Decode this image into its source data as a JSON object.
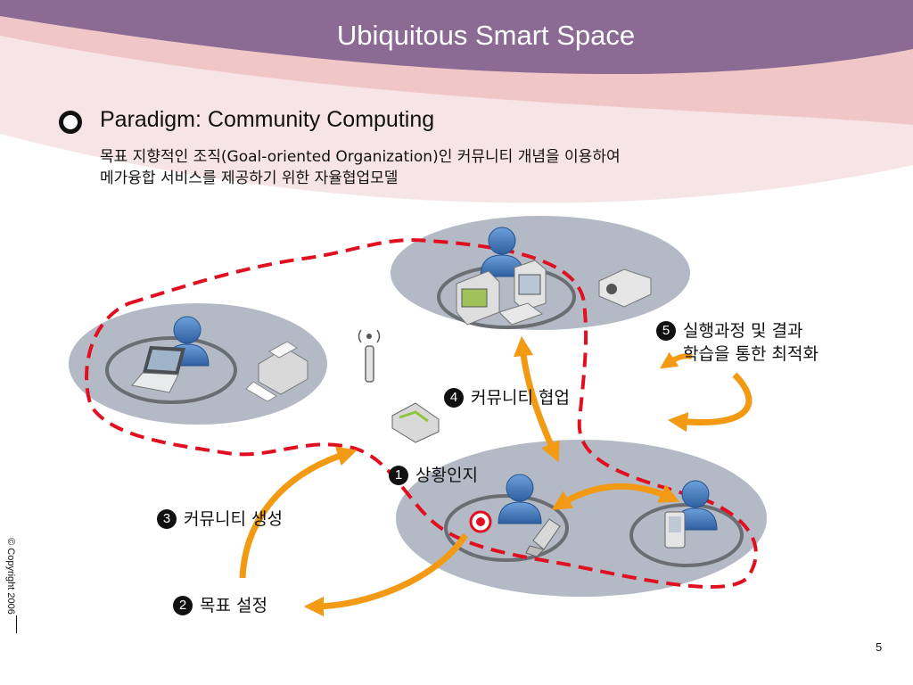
{
  "slide": {
    "title": "Ubiquitous Smart Space",
    "heading": "Paradigm: Community Computing",
    "description_line1": "목표 지향적인 조직(Goal-oriented Organization)인 커뮤니티 개념을 이용하여",
    "description_line2": "메가융합 서비스를 제공하기 위한 자율협업모델",
    "copyright": "© Copyright 2006",
    "page_number": "5"
  },
  "steps": [
    {
      "num": "1",
      "label": "상황인지"
    },
    {
      "num": "2",
      "label": "목표 설정"
    },
    {
      "num": "3",
      "label": "커뮤니티 생성"
    },
    {
      "num": "4",
      "label": "커뮤니티 협업"
    },
    {
      "num": "5",
      "label_line1": "실행과정 및 결과",
      "label_line2": "학습을 통한 최적화"
    }
  ],
  "colors": {
    "banner": "#8b6a93",
    "banner_pink": "#f0c8c8",
    "zone": "#b3bac6",
    "ring": "#6a6d72",
    "dashed": "#e01020",
    "arrow": "#f39a14",
    "person": "#3a72b8"
  }
}
